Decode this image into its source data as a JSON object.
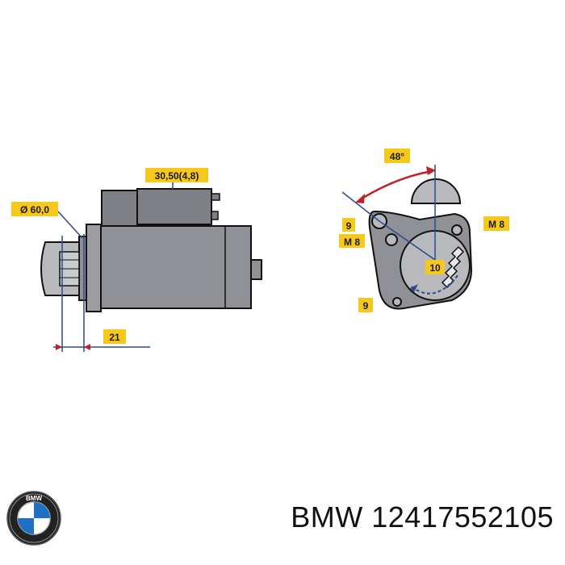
{
  "dimensions": {
    "mount_diameter": "Ø 60,0",
    "terminal": "30,50(4,8)",
    "flange_offset": "21",
    "angle": "48°",
    "bolt_size_left": "9",
    "thread_left": "M 8",
    "thread_right": "M 8",
    "pinion_teeth": "10",
    "bolt_size_bottom": "9"
  },
  "colors": {
    "label_fill": "#f7c81c",
    "body": "#8f9196",
    "dimension_line": "#2b4a8c",
    "arrow": "#c0202a"
  },
  "logo": {
    "text": "BMW",
    "icon": "bmw-roundel-icon"
  },
  "caption": {
    "brand": "BMW",
    "part_number": "12417552105"
  }
}
